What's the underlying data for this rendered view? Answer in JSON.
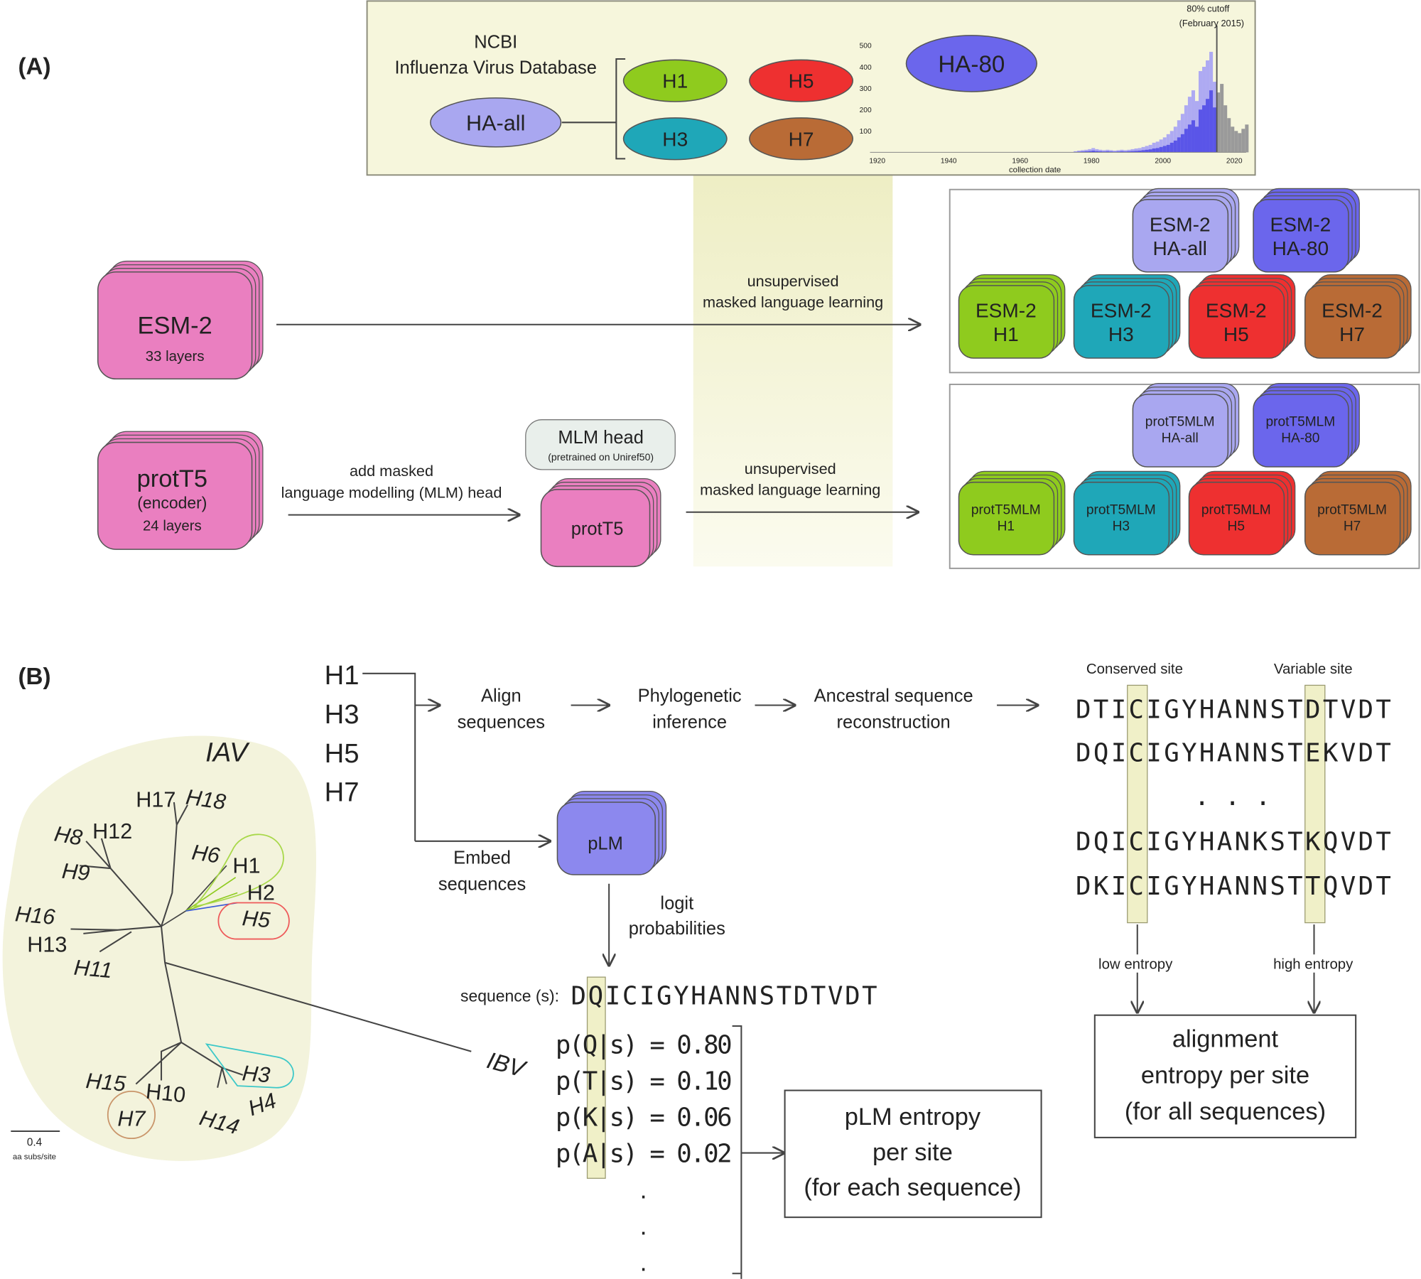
{
  "panel_a": {
    "label": "(A)",
    "database": {
      "line1": "NCBI",
      "line2": "Influenza Virus Database"
    },
    "subsets": {
      "ha_all": "HA-all",
      "h1": "H1",
      "h3": "H3",
      "h5": "H5",
      "h7": "H7",
      "ha80": "HA-80"
    },
    "histogram": {
      "cutoff_line1": "80% cutoff",
      "cutoff_line2": "(February 2015)",
      "cutoff_year": 2015.1,
      "xlabel": "collection date",
      "x_ticks": [
        "1920",
        "1940",
        "1960",
        "1980",
        "2000",
        "2020"
      ],
      "y_ticks": [
        "500",
        "400",
        "300",
        "200",
        "100"
      ],
      "xlim": [
        1920,
        2024
      ],
      "ylim": [
        0,
        500
      ],
      "start_year": 1975,
      "all_counts": [
        5,
        8,
        10,
        12,
        15,
        20,
        15,
        12,
        10,
        12,
        10,
        8,
        10,
        12,
        10,
        12,
        15,
        18,
        20,
        25,
        30,
        35,
        45,
        50,
        60,
        70,
        85,
        100,
        120,
        150,
        180,
        220,
        260,
        290,
        240,
        380,
        400,
        430,
        470,
        330
      ],
      "ha80_counts": [
        2,
        3,
        4,
        5,
        6,
        8,
        6,
        5,
        4,
        5,
        4,
        3,
        4,
        5,
        4,
        5,
        6,
        7,
        8,
        10,
        12,
        14,
        18,
        20,
        25,
        30,
        35,
        45,
        55,
        70,
        85,
        110,
        130,
        150,
        120,
        200,
        220,
        250,
        290,
        210
      ],
      "after_cutoff_start_year": 2015,
      "after_cutoff_counts": [
        280,
        320,
        220,
        160,
        120,
        100,
        90,
        110,
        130
      ]
    },
    "esm2": {
      "name": "ESM-2",
      "layers": "33 layers"
    },
    "prott5": {
      "name": "protT5",
      "sub": "(encoder)",
      "layers": "24 layers"
    },
    "arrow_esm": {
      "line1": "unsupervised",
      "line2": "masked language learning"
    },
    "arrow_add_head": {
      "line1": "add masked",
      "line2": "language modelling (MLM) head"
    },
    "mlm_head": {
      "title": "MLM head",
      "sub": "(pretrained on Uniref50)"
    },
    "prott5_small": "protT5",
    "arrow_prott5": {
      "line1": "unsupervised",
      "line2": "masked language learning"
    },
    "esm_models": [
      {
        "l1": "ESM-2",
        "l2": "HA-all",
        "color": "#a9a7f0"
      },
      {
        "l1": "ESM-2",
        "l2": "HA-80",
        "color": "#6b66ec"
      },
      {
        "l1": "ESM-2",
        "l2": "H1",
        "color": "#8fcb1e"
      },
      {
        "l1": "ESM-2",
        "l2": "H3",
        "color": "#1fa7b8"
      },
      {
        "l1": "ESM-2",
        "l2": "H5",
        "color": "#ee3030"
      },
      {
        "l1": "ESM-2",
        "l2": "H7",
        "color": "#b96b36"
      }
    ],
    "prott5_models": [
      {
        "l1": "protT5MLM",
        "l2": "HA-all",
        "color": "#a9a7f0"
      },
      {
        "l1": "protT5MLM",
        "l2": "HA-80",
        "color": "#6b66ec"
      },
      {
        "l1": "protT5MLM",
        "l2": "H1",
        "color": "#8fcb1e"
      },
      {
        "l1": "protT5MLM",
        "l2": "H3",
        "color": "#1fa7b8"
      },
      {
        "l1": "protT5MLM",
        "l2": "H5",
        "color": "#ee3030"
      },
      {
        "l1": "protT5MLM",
        "l2": "H7",
        "color": "#b96b36"
      }
    ],
    "colors": {
      "pink": "#ea7fc0",
      "ha_all": "#a9a7f0",
      "ha80": "#6b66ec",
      "h1": "#8fcb1e",
      "h3": "#1fa7b8",
      "h5": "#ee3030",
      "h7": "#b96b36",
      "panel_bg": "#f6f6dc"
    }
  },
  "panel_b": {
    "label": "(B)",
    "tree": {
      "iav": "IAV",
      "ibv": "IBV",
      "leaves": {
        "h1": "H1",
        "h2": "H2",
        "h3": "H3",
        "h4": "H4",
        "h5": "H5",
        "h6": "H6",
        "h7": "H7",
        "h8": "H8",
        "h9": "H9",
        "h10": "H10",
        "h11": "H11",
        "h12": "H12",
        "h13": "H13",
        "h14": "H14",
        "h15": "H15",
        "h16": "H16",
        "h17": "H17",
        "h18": "H18"
      },
      "scale_value": "0.4",
      "scale_unit": "aa subs/site"
    },
    "subtypes": [
      {
        "label": "H1",
        "color": "#8cbf3c"
      },
      {
        "label": "H3",
        "color": "#2a95a6"
      },
      {
        "label": "H5",
        "color": "#c0392b"
      },
      {
        "label": "H7",
        "color": "#a0623a"
      }
    ],
    "steps": {
      "align": {
        "l1": "Align",
        "l2": "sequences"
      },
      "phylo": {
        "l1": "Phylogenetic",
        "l2": "inference"
      },
      "ancestral": {
        "l1": "Ancestral sequence",
        "l2": "reconstruction"
      },
      "embed": {
        "l1": "Embed",
        "l2": "sequences"
      },
      "logit": {
        "l1": "logit",
        "l2": "probabilities"
      }
    },
    "plm": "pLM",
    "sequence_label": "sequence (s):",
    "sequence": "DQICIGYHANNSTDTVDT",
    "probabilities": [
      {
        "text": "p(Q|s) = 0.80"
      },
      {
        "text": "p(T|s) = 0.10"
      },
      {
        "text": "p(K|s) = 0.06"
      },
      {
        "text": "p(A|s) = 0.02"
      }
    ],
    "ellipsis_dot": ".",
    "plm_entropy": {
      "l1": "pLM entropy",
      "l2": "per site",
      "l3": "(for each sequence)"
    },
    "alignment": {
      "conserved_label": "Conserved site",
      "variable_label": "Variable site",
      "sequences": [
        "DTICIGYHANNSTDTVDT",
        "DQICIGYHANNSTEKVDT",
        "DQICIGYHANKSTKQVDT",
        "DKICIGYHANNSTTQVDT"
      ],
      "ellipsis": ". . .",
      "low_entropy": "low entropy",
      "high_entropy": "high entropy"
    },
    "alignment_entropy": {
      "l1": "alignment",
      "l2": "entropy per site",
      "l3": "(for all sequences)"
    }
  }
}
